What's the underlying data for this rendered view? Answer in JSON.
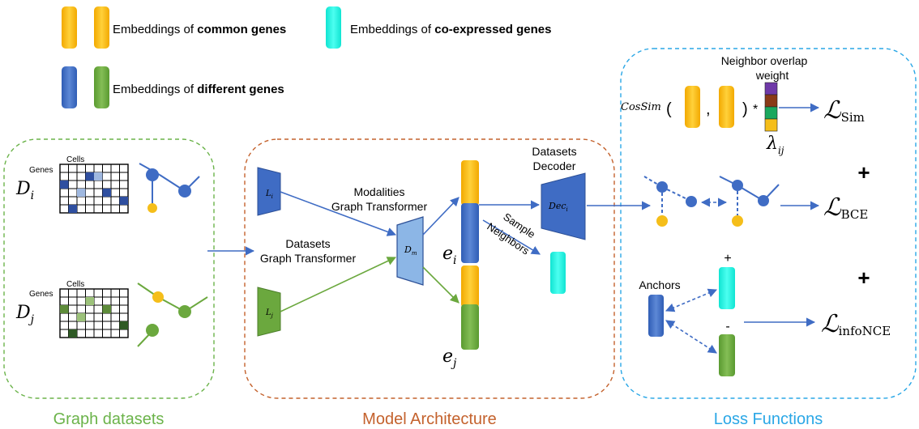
{
  "colors": {
    "gold": "#F5BE1A",
    "cyan": "#1DF1E0",
    "blue": "#3F6CC4",
    "green": "#6BA83E",
    "dark_green": "#3E6B30",
    "light_blue": "#8CB6E6",
    "green_panel": "#6BB34A",
    "orange_panel": "#C4622D",
    "blue_panel": "#2AA7E6"
  },
  "legend": {
    "common_prefix": "Embeddings of ",
    "common_bold": "common genes",
    "coexp_prefix": "Embeddings of ",
    "coexp_bold": "co-expressed genes",
    "diff_prefix": "Embeddings of ",
    "diff_bold": "different genes"
  },
  "panels": {
    "graph_datasets": "Graph datasets",
    "model_architecture": "Model Architecture",
    "loss_functions": "Loss Functions"
  },
  "graph": {
    "di_label": "D",
    "di_sub": "i",
    "dj_label": "D",
    "dj_sub": "j",
    "cells_top": "Cells",
    "genes_top": "Genes",
    "cells_bottom": "Cells",
    "genes_bottom": "Genes"
  },
  "model": {
    "datasets_gt_line1": "Datasets",
    "datasets_gt_line2": "Graph Transformer",
    "modalities_gt_line1": "Modalities",
    "modalities_gt_line2": "Graph Transformer",
    "li": "L",
    "li_sub": "i",
    "lj": "L",
    "lj_sub": "j",
    "dm": "D",
    "dm_sub": "m",
    "ei": "e",
    "ei_sub": "i",
    "ej": "e",
    "ej_sub": "j",
    "decoder_line1": "Datasets",
    "decoder_line2": "Decoder",
    "dec": "Dec",
    "dec_sub": "i",
    "sample_line1": "Sample",
    "sample_line2": "Neighbors"
  },
  "loss": {
    "overlap_line1": "Neighbor overlap",
    "overlap_line2": "weight",
    "cossim": "CosSim",
    "open_paren": "(",
    "comma": ",",
    "close_paren": ")",
    "star": "*",
    "lambda": "λ",
    "lambda_sub": "ij",
    "l_sim": "ℒ",
    "l_sim_sub": "Sim",
    "l_bce": "ℒ",
    "l_bce_sub": "BCE",
    "l_info": "ℒ",
    "l_info_sub": "infoNCE",
    "plus1": "+",
    "plus2": "+",
    "anchors": "Anchors",
    "pos_sign": "+",
    "neg_sign": "-"
  }
}
